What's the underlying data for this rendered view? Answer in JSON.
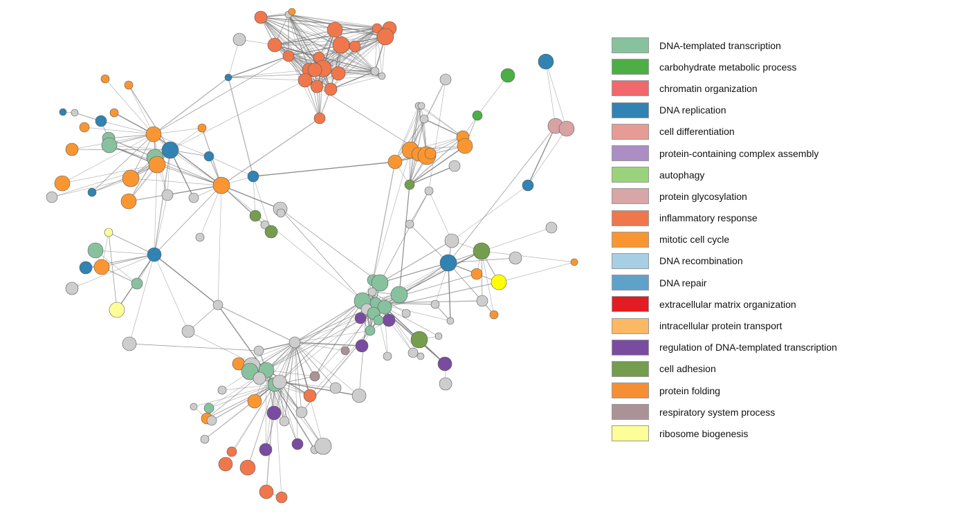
{
  "legend": [
    {
      "label": "DNA-templated transcription",
      "color": "#88c19e"
    },
    {
      "label": "carbohydrate metabolic process",
      "color": "#4cae44"
    },
    {
      "label": "chromatin organization",
      "color": "#f0686c"
    },
    {
      "label": "DNA replication",
      "color": "#3083b2"
    },
    {
      "label": "cell differentiation",
      "color": "#e69b94"
    },
    {
      "label": "protein-containing complex assembly",
      "color": "#ab8ec4"
    },
    {
      "label": "autophagy",
      "color": "#9ad37b"
    },
    {
      "label": "protein glycosylation",
      "color": "#d7a6a6"
    },
    {
      "label": "inflammatory response",
      "color": "#f0774b"
    },
    {
      "label": "mitotic cell cycle",
      "color": "#fa9631"
    },
    {
      "label": "DNA recombination",
      "color": "#a6cfe3"
    },
    {
      "label": "DNA repair",
      "color": "#5ea2ca"
    },
    {
      "label": "extracellular matrix organization",
      "color": "#e31b22"
    },
    {
      "label": "intracellular protein transport",
      "color": "#fcb863"
    },
    {
      "label": "regulation of DNA-templated transcription",
      "color": "#7a4c9f"
    },
    {
      "label": "cell adhesion",
      "color": "#759d4e"
    },
    {
      "label": "protein folding",
      "color": "#f58f34"
    },
    {
      "label": "respiratory system process",
      "color": "#ab9296"
    },
    {
      "label": "ribosome biogenesis",
      "color": "#fefe99"
    }
  ],
  "node_colors": {
    "none": "#cdcdcd",
    "dna_transcription": "#88c19e",
    "carbohydrate": "#4cae44",
    "dna_replication": "#3083b2",
    "cell_differentiation": "#d7a2a2",
    "inflammatory": "#f0774b",
    "mitotic": "#fa9631",
    "regulation": "#7a4c9f",
    "cell_adhesion": "#759d4e",
    "respiratory": "#ab9296",
    "ribosome": "#fefe99",
    "yellow": "#ffff00",
    "outline": "#5a5a5a",
    "edge": "#7a7a7a"
  }
}
